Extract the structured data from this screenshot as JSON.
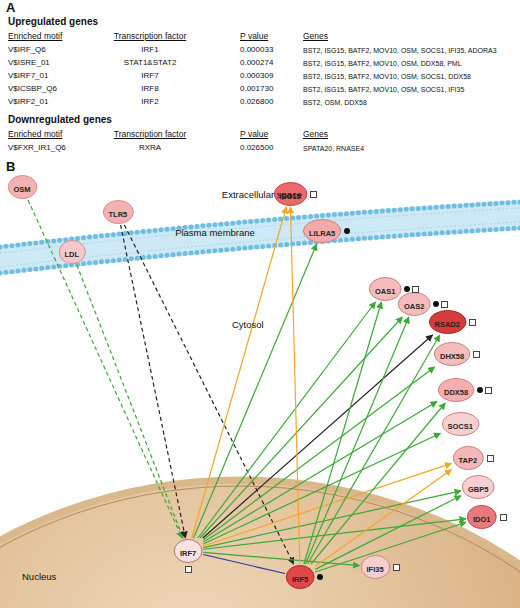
{
  "diagram": {
    "nodes": [
      {
        "text": [
          "OSM"
        ]
      },
      {
        "text": [
          "LDL"
        ]
      },
      {
        "text": [
          "TLR5"
        ]
      },
      {
        "text": [
          "ISG15"
        ]
      },
      {
        "text": [
          "LILRA5"
        ]
      },
      {
        "text": [
          "OAS1"
        ]
      },
      {
        "text": [
          "OAS2"
        ]
      },
      {
        "text": [
          "RSAD2"
        ]
      },
      {
        "text": [
          "DHX58"
        ]
      },
      {
        "text": [
          "DDX58"
        ]
      },
      {
        "text": [
          "SOCS1"
        ]
      },
      {
        "text": [
          "TAP2"
        ]
      },
      {
        "text": [
          "GBP5"
        ]
      },
      {
        "text": [
          "IDO1"
        ]
      },
      {
        "text": [
          "IRF7"
        ]
      },
      {
        "text": [
          "IRF5"
        ]
      },
      {
        "text": [
          "IFI35"
        ]
      }
    ],
    "edges": [
      {
        "from": 0,
        "to": 14,
        "arrow": "to"
      },
      {
        "from": 1,
        "to": 14,
        "arrow": "to"
      },
      {
        "from": 2,
        "to": 14,
        "arrow": "to"
      },
      {
        "from": 2,
        "to": 15,
        "arrow": "to"
      },
      {
        "from": 14,
        "to": 3,
        "arrow": "to"
      },
      {
        "from": 14,
        "to": 4,
        "arrow": "to"
      },
      {
        "from": 14,
        "to": 5,
        "arrow": "to"
      },
      {
        "from": 14,
        "to": 6,
        "arrow": "to"
      },
      {
        "from": 14,
        "to": 7,
        "arrow": "to"
      },
      {
        "from": 14,
        "to": 8,
        "arrow": "to"
      },
      {
        "from": 14,
        "to": 9,
        "arrow": "to"
      },
      {
        "from": 14,
        "to": 10,
        "arrow": "to"
      },
      {
        "from": 14,
        "to": 11,
        "arrow": "to"
      },
      {
        "from": 14,
        "to": 12,
        "arrow": "to"
      },
      {
        "from": 14,
        "to": 13,
        "arrow": "to"
      },
      {
        "from": 14,
        "to": 16,
        "arrow": "to"
      },
      {
        "from": 14,
        "to": 15,
        "arrow": "none"
      },
      {
        "from": 15,
        "to": 3,
        "arrow": "to"
      },
      {
        "from": 15,
        "to": 5,
        "arrow": "to"
      },
      {
        "from": 15,
        "to": 6,
        "arrow": "to"
      },
      {
        "from": 15,
        "to": 7,
        "arrow": "to"
      },
      {
        "from": 15,
        "to": 9,
        "arrow": "to"
      },
      {
        "from": 15,
        "to": 11,
        "arrow": "to"
      },
      {
        "from": 15,
        "to": 12,
        "arrow": "to"
      },
      {
        "from": 15,
        "to": 13,
        "arrow": "to"
      }
    ],
    "labels": [
      "A",
      "Upregulated genes",
      "Enriched motif",
      "Transcription factor",
      "P value",
      "Genes",
      "V$IRF_Q6",
      "IRF1",
      "0.000033",
      "BST2, ISG15, BATF2, MOV10, OSM, SOCS1, IFI35, ADORA3",
      "V$ISRE_01",
      "STAT1&STAT2",
      "0.000274",
      "BST2, ISG15, BATF2, MOV10, OSM, DDX58, PML",
      "V$IRF7_01",
      "IRF7",
      "0.000309",
      "BST2, ISG15, BATF2, MOV10, OSM, SOCS1, DDX58",
      "V$ICSBP_Q6",
      "IRF8",
      "0.001730",
      "BST2, ISG15, BATF2, MOV10, OSM, SOCS1, IFI35",
      "V$IRF2_01",
      "IRF2",
      "0.026800",
      "BST2, OSM, DDX58",
      "Downregulated genes",
      "Enriched motif",
      "Transcription factor",
      "P value",
      "Genes",
      "V$FXR_IR1_Q6",
      "RXRA",
      "0.026500",
      "SPATA20, RNASE4",
      "B",
      "Extracellular space",
      "Plasma membrane",
      "Cytosol",
      "Nucleus"
    ]
  }
}
